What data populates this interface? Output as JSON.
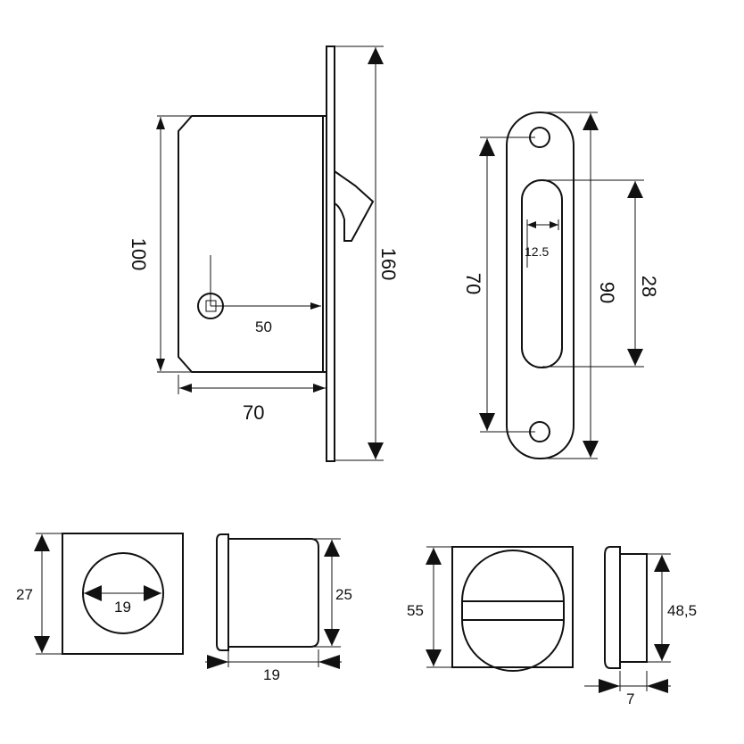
{
  "dimensions": {
    "lock_height": "100",
    "lock_depth": "70",
    "backset": "50",
    "faceplate_height": "160",
    "pull_hole_spacing": "70",
    "pull_height": "90",
    "pull_slot_width": "12.5",
    "pull_slot_height": "28",
    "knob_rose_size": "27",
    "knob_spindle": "19",
    "knob_height": "25",
    "knob_depth": "19",
    "turn_rose_size": "55",
    "turn_height": "48,5",
    "turn_depth": "7"
  }
}
